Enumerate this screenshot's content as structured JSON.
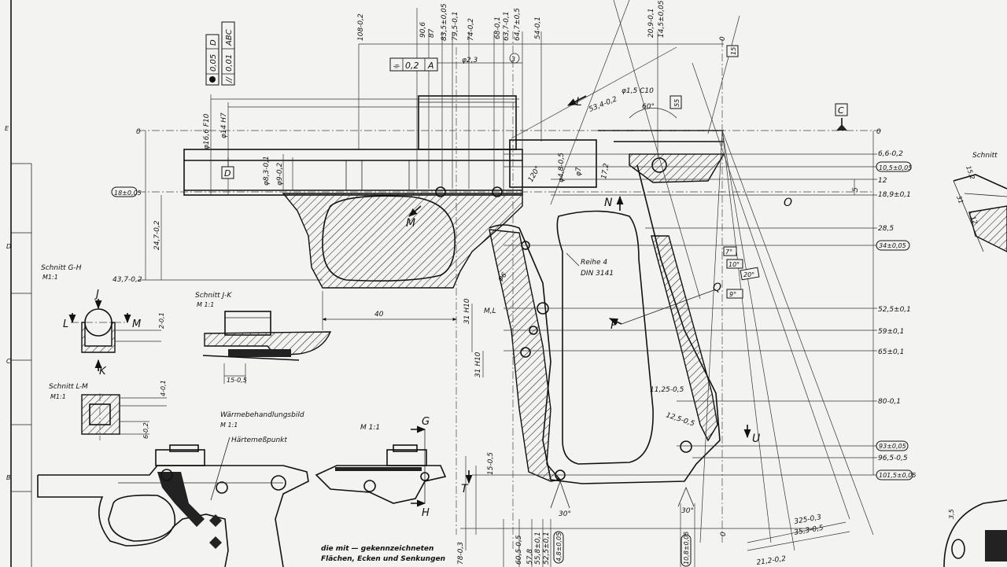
{
  "colors": {
    "paper": "#f3f3f1",
    "ink": "#111111"
  },
  "sections": {
    "gh_title": "Schnitt G-H",
    "gh_scale": "M1:1",
    "jk_title": "Schnitt J-K",
    "jk_scale": "M 1:1",
    "lm_title": "Schnitt L-M",
    "lm_scale": "M1:1",
    "right_title": "Schnitt",
    "heat_title": "Wärmebehandlungsbild",
    "heat_scale": "M 1:1",
    "hardness_point": "Härtemeßpunkt",
    "small_scale": "M 1:1"
  },
  "notes": {
    "line1": "die mit — gekennzeichneten",
    "line2": "Flächen, Ecken und Senkungen"
  },
  "tolerance": {
    "f1_value": "0,2",
    "f1_datum": "A",
    "f2_value": "0,05",
    "f2_datum": "D",
    "f3_value": "0,01",
    "f3_datum": "ABC",
    "datum_c": "C",
    "datum_d": "D",
    "series": "Reihe 4",
    "din": "DIN 3141"
  },
  "letters": {
    "L": "L",
    "M": "M",
    "N": "N",
    "O": "O",
    "P": "P",
    "Q": "Q",
    "T": "T",
    "U": "U",
    "G": "G",
    "H": "H",
    "J": "J",
    "K": "K",
    "Lk": "L",
    "Mk": "M"
  },
  "dims_top": {
    "d108": "108-0,2",
    "d90": "90,6",
    "d87": "87",
    "d835": "83,5±0,05",
    "d795": "79,5-0,1",
    "d74": "74-0,2",
    "d68": "68-0,1",
    "d637": "63,7-0,1",
    "d647": "64,7±0,5",
    "d54": "54-0,1",
    "d209": "20,9-0,1",
    "d145": "14,5±0,05",
    "d23": "φ2,3",
    "d534": "53,4-0,2",
    "d15": "φ1,5 C10",
    "a60": "60°",
    "d0a": "0",
    "d0b": "0",
    "d15b": "15",
    "d55": "55"
  },
  "dims_left": {
    "d0": "0",
    "d166": "φ16,6 F10",
    "d14": "φ14 H7",
    "d18": "18±0,05",
    "d247": "24,7-0,2",
    "d437": "43,7-0,2",
    "d83": "φ8,3-0,1",
    "d9": "φ9-0,2",
    "d40": "40",
    "d15": "15-0,5",
    "d2": "2-0,1",
    "d4": "4-0,1",
    "d6": "6-0,2",
    "d31": "31 H10",
    "d31b": "31 H10",
    "d6b": "φ6",
    "d15c": "15-0,5",
    "d78": "78-0,3"
  },
  "dims_right": {
    "r0": "0",
    "r66": "6,6-0,2",
    "r105": "10,5±0,05",
    "r12": "12",
    "r189": "18,9±0,1",
    "r285": "28,5",
    "r34": "34±0,05",
    "r525": "52,5±0,1",
    "r59": "59±0,1",
    "r65": "65±0,1",
    "r80": "80-0,1",
    "r93": "93±0,05",
    "r965": "96,5-0,5",
    "r1015": "101,5±0,05",
    "r5": "5"
  },
  "dims_mid": {
    "a120": "120°",
    "d48": "φ4,8-0,5",
    "d7": "φ7",
    "d172": "17,2",
    "a7": "7°",
    "a10": "10°",
    "a20": "20°",
    "a9": "9°",
    "d1125": "11,25-0,5",
    "d125": "12,5-0,5",
    "a30": "30°",
    "a30b": "30°"
  },
  "dims_bottom": {
    "b605": "60,5-0,5",
    "b578": "57,8",
    "b558": "55,8±0,1",
    "b525": "52,5±0,1",
    "b48": "4,8±0,05",
    "b108": "10,8±0,05",
    "b0": "0",
    "b3255": "325-0,3",
    "b353": "35,3-0,5",
    "b212": "21,2-0,2"
  },
  "right_partial": {
    "p15": "15,2",
    "p31": "31",
    "p12": "12",
    "p35": "3,5",
    "p3": "3"
  }
}
